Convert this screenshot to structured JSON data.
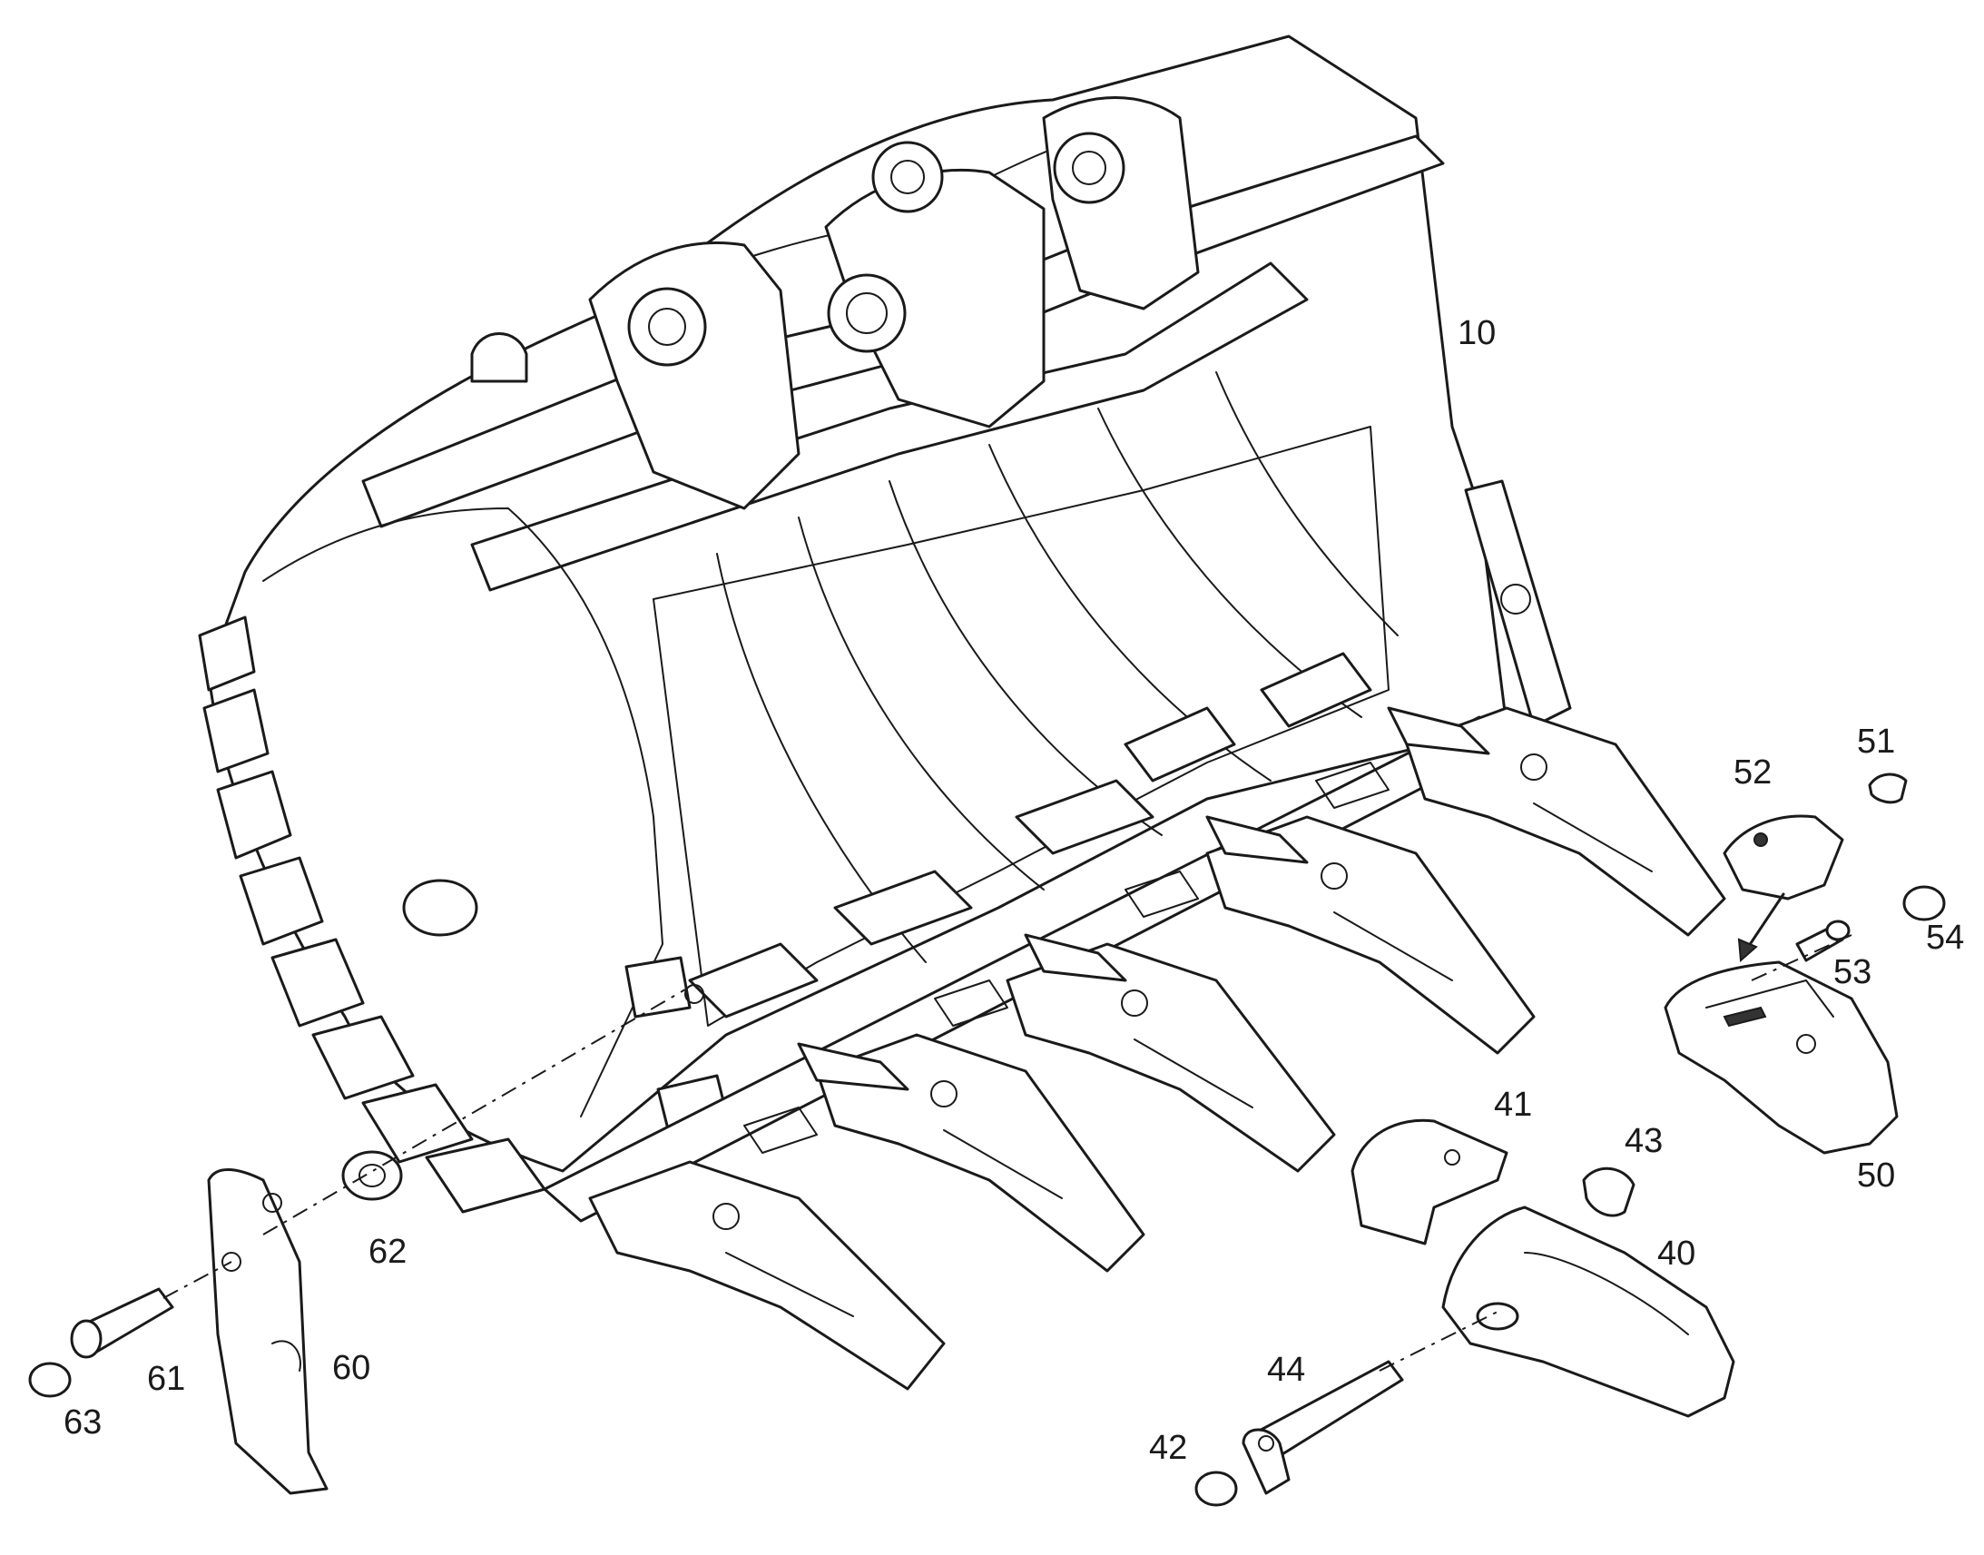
{
  "callouts": [
    {
      "id": "10",
      "text": "10"
    },
    {
      "id": "40",
      "text": "40"
    },
    {
      "id": "41",
      "text": "41"
    },
    {
      "id": "42",
      "text": "42"
    },
    {
      "id": "43",
      "text": "43"
    },
    {
      "id": "44",
      "text": "44"
    },
    {
      "id": "50",
      "text": "50"
    },
    {
      "id": "51",
      "text": "51"
    },
    {
      "id": "52",
      "text": "52"
    },
    {
      "id": "53",
      "text": "53"
    },
    {
      "id": "54",
      "text": "54"
    },
    {
      "id": "60",
      "text": "60"
    },
    {
      "id": "61",
      "text": "61"
    },
    {
      "id": "62",
      "text": "62"
    },
    {
      "id": "63",
      "text": "63"
    }
  ],
  "colors": {
    "line": "#1a1a1a",
    "background": "#ffffff"
  }
}
